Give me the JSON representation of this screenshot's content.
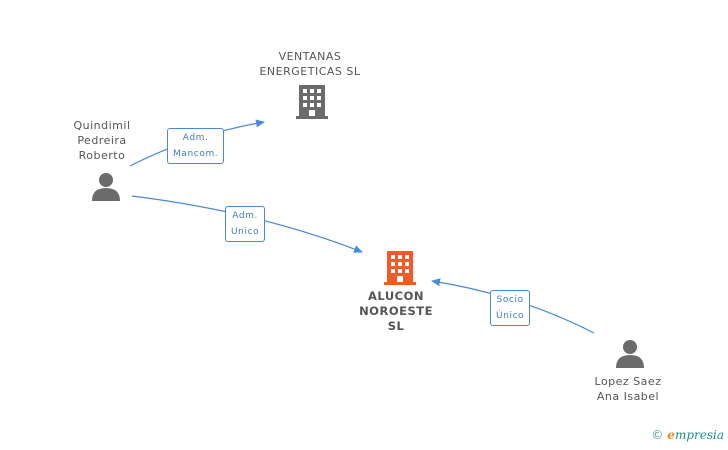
{
  "nodes": {
    "ventanas": {
      "label": "VENTANAS\nENERGETICAS SL"
    },
    "quindimil": {
      "label": "Quindimil\nPedreira\nRoberto"
    },
    "alucon": {
      "label": "ALUCON\nNOROESTE\nSL"
    },
    "lopez": {
      "label": "Lopez Saez\nAna Isabel"
    }
  },
  "edges": {
    "adm_mancom": {
      "label": "Adm.\nMancom."
    },
    "adm_unico": {
      "label": "Adm.\nUnico"
    },
    "socio_unico": {
      "label": "Socio\nÚnico"
    }
  },
  "footer": {
    "copyright": "©",
    "brand_initial": "e",
    "brand_rest": "mpresia"
  },
  "colors": {
    "edge": "#4a89dc",
    "company": "#6b6b6b",
    "main_company": "#f15a29",
    "person": "#6b6b6b"
  }
}
